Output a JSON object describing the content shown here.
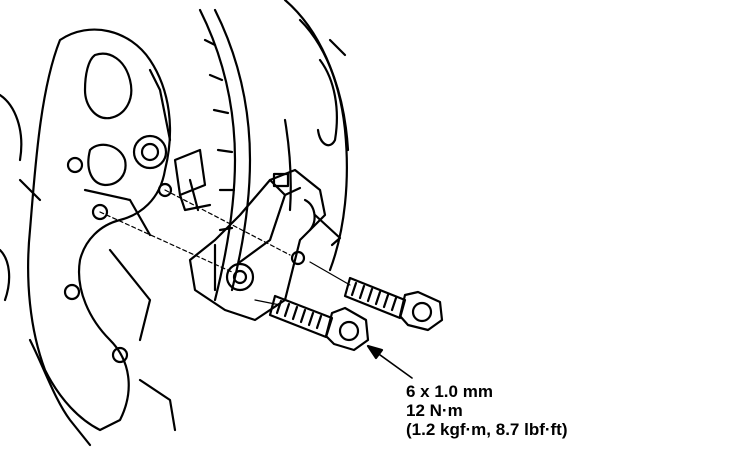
{
  "spec": {
    "bolt_size": "6 x 1.0 mm",
    "torque_nm": "12 N·m",
    "torque_alt": "(1.2 kgf·m, 8.7 lbf·ft)"
  }
}
